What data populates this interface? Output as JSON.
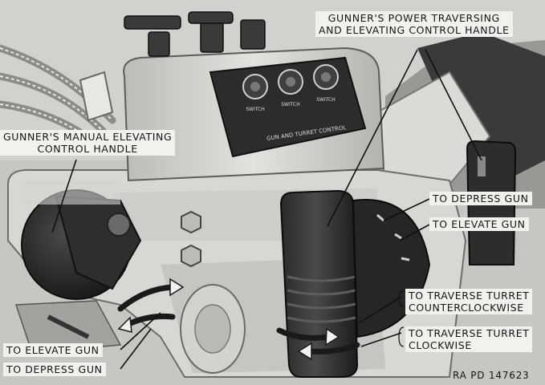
{
  "callouts": {
    "power_handle": {
      "line1": "GUNNER'S POWER TRAVERSING",
      "line2": "AND ELEVATING CONTROL HANDLE"
    },
    "manual_handle": {
      "line1": "GUNNER'S MANUAL ELEVATING",
      "line2": "CONTROL HANDLE"
    },
    "depress_right": "TO DEPRESS GUN",
    "elevate_right": "TO ELEVATE GUN",
    "traverse_ccw": {
      "line1": "TO TRAVERSE TURRET",
      "line2": "COUNTERCLOCKWISE"
    },
    "traverse_cw": {
      "line1": "TO TRAVERSE TURRET",
      "line2": "CLOCKWISE"
    },
    "elevate_left": "TO ELEVATE GUN",
    "depress_left": "TO DEPRESS GUN"
  },
  "control_box": {
    "panel_title": "GUN AND TURRET CONTROL",
    "switch_labels": [
      "SWITCH",
      "SWITCH",
      "SWITCH"
    ]
  },
  "reference": "RA PD 147623"
}
